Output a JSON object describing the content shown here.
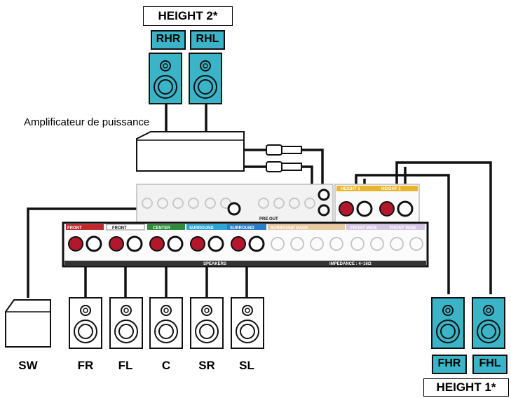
{
  "height2_label": "HEIGHT 2",
  "height1_label": "HEIGHT 1",
  "asterisk": "*",
  "amp_label": "Amplificateur de puissance",
  "top_tags": [
    "RHR",
    "RHL"
  ],
  "right_tags": [
    "FHR",
    "FHL"
  ],
  "bottom_labels": [
    "SW",
    "FR",
    "FL",
    "C",
    "SR",
    "SL"
  ],
  "receiver": {
    "sections": [
      "FRONT",
      "FRONT",
      "CENTER",
      "SURROUND",
      "SURROUND",
      "SURROUND BACK",
      "FRONT WIDE",
      "FRONT WIDE"
    ],
    "height_sections": [
      "HEIGHT 1",
      "HEIGHT 1"
    ],
    "pre_out": "PRE OUT",
    "impedance": "IMPEDANCE : 4~16Ω",
    "speakers": "SPEAKERS"
  },
  "colors": {
    "speaker_teal": "#3cb4c8",
    "front_red": "#c0282e",
    "center_green": "#2e8b3a",
    "surround_blue": "#2aa6d6",
    "height_yellow": "#e8b62a",
    "terminal_red": "#b3172b"
  }
}
